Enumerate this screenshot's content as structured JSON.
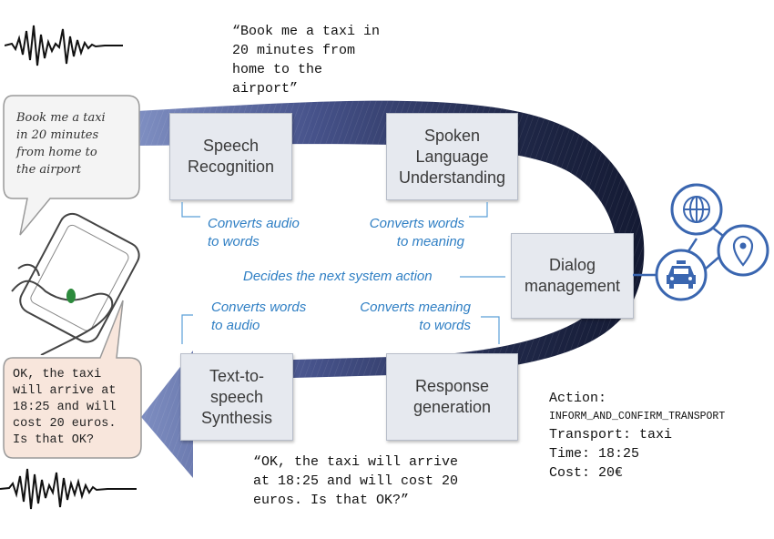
{
  "quotes": {
    "request": "“Book me a taxi in\n20 minutes from\nhome to the\nairport”",
    "response": "“OK, the taxi will arrive\nat 18:25 and will cost 20\neuros. Is that OK?”"
  },
  "bubbles": {
    "user": "Book me a taxi\nin 20 minutes\nfrom home to\nthe airport",
    "system": "OK, the taxi\nwill arrive at\n18:25 and will\ncost 20 euros.\nIs that OK?"
  },
  "components": {
    "asr": "Speech\nRecognition",
    "slu": "Spoken\nLanguage\nUnderstanding",
    "dm": "Dialog\nmanagement",
    "nlg": "Response\ngeneration",
    "tts": "Text-to-\nspeech\nSynthesis"
  },
  "annotations": {
    "asr": "Converts audio\nto words",
    "slu": "Converts words\nto meaning",
    "dm": "Decides the next system action",
    "tts": "Converts words\nto audio",
    "nlg": "Converts meaning\nto words"
  },
  "action_frame": {
    "line1": "Action:",
    "line2": "INFORM_AND_CONFIRM_TRANSPORT",
    "line3": "Transport: taxi",
    "line4": "Time: 18:25",
    "line5": "Cost: 20€"
  },
  "icons": [
    "waveform-icon",
    "phone-hand-icon",
    "globe-icon",
    "location-pin-icon",
    "taxi-icon"
  ],
  "colors": {
    "loop_arrow": "#2d3557",
    "annotation": "#2f7fc4",
    "network_icons": "#3a66b0",
    "box_fill": "#e6e9ef",
    "system_bubble": "#f8e6dc"
  }
}
